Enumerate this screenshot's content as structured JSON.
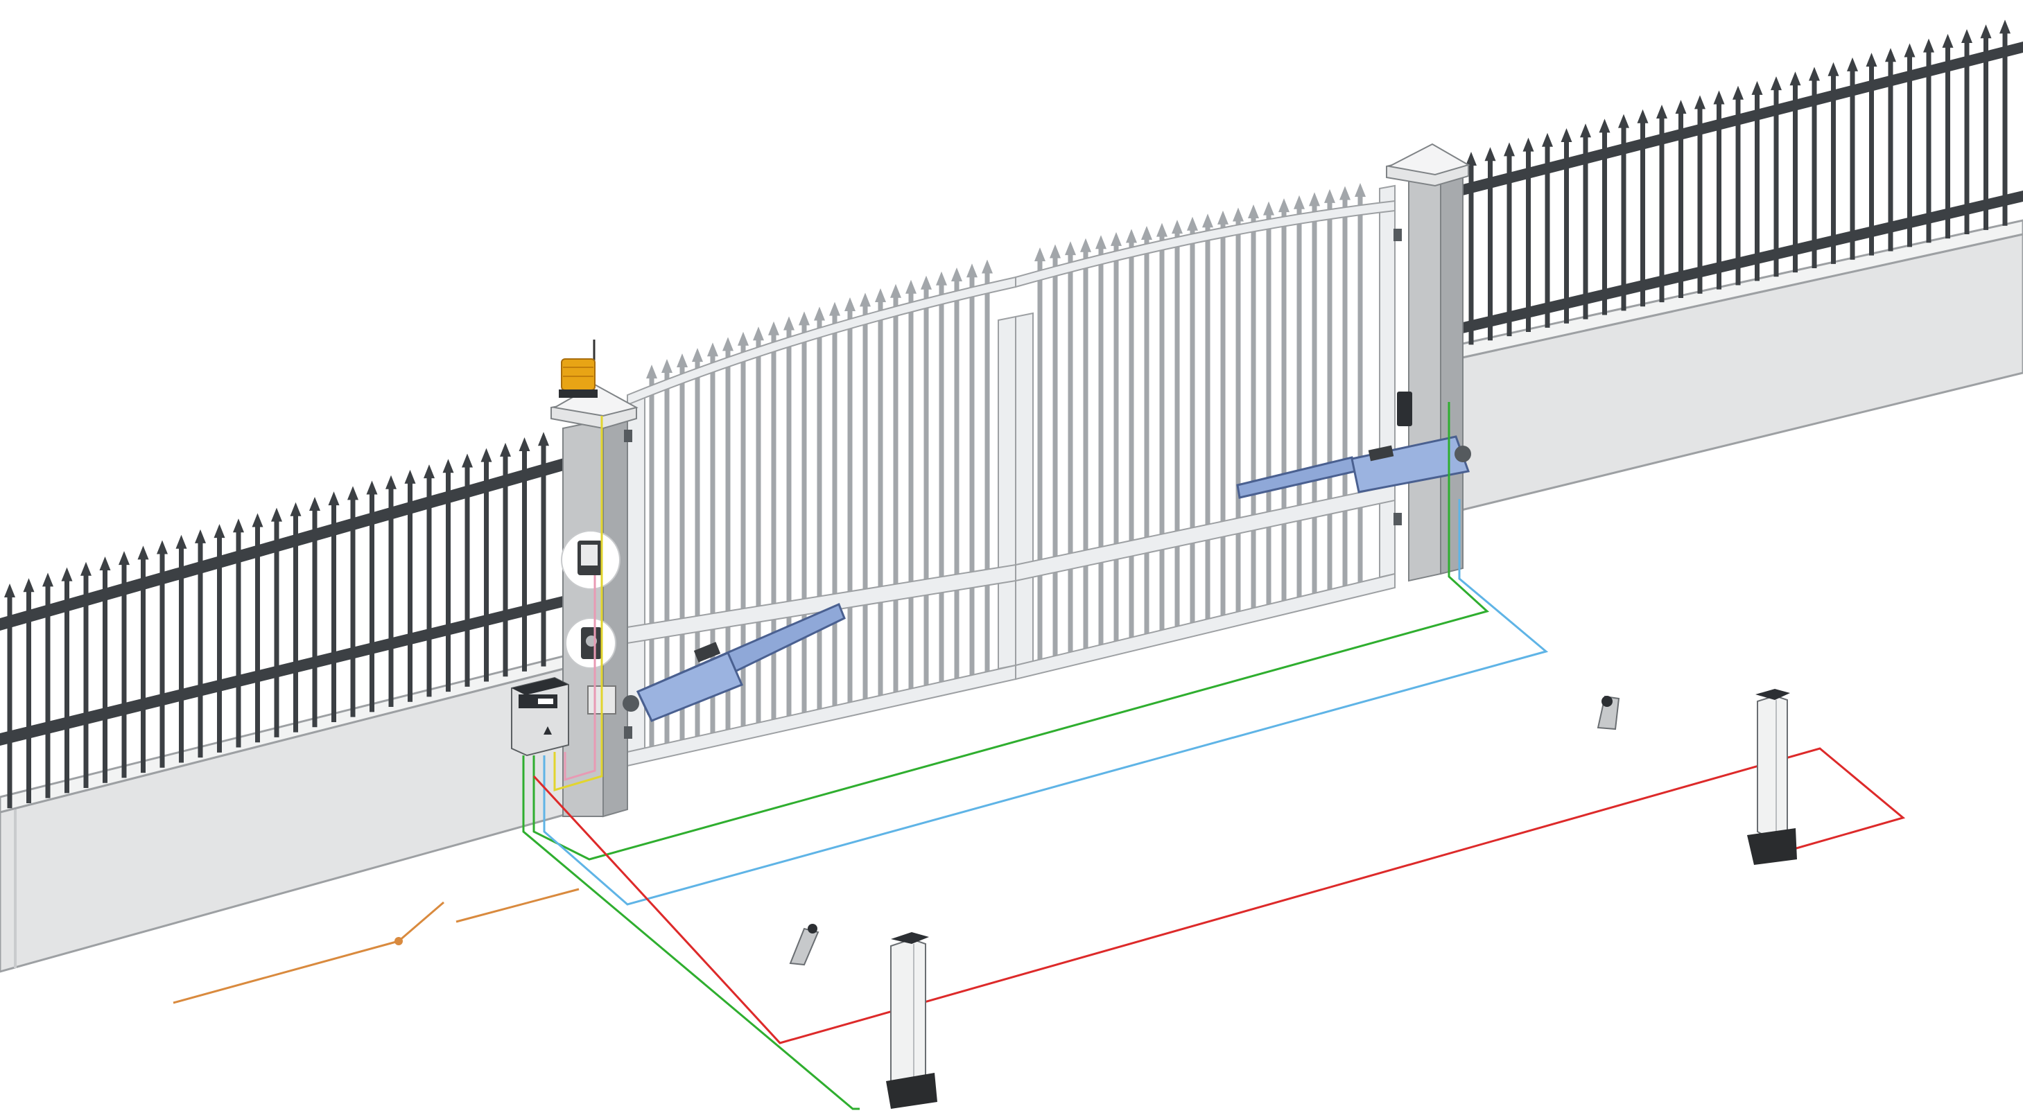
{
  "diagram": {
    "colors": {
      "background": "#ffffff",
      "fence_bar": "#3c4044",
      "fence_bar_dark": "#2c2f33",
      "wall_face": "#e3e4e5",
      "wall_top": "#f2f3f3",
      "wall_outline": "#9da0a3",
      "pillar_front": "#c4c6c8",
      "pillar_side": "#a7aaad",
      "pillar_cap": "#e4e5e6",
      "gate_frame": "#eceef0",
      "gate_frame_shade": "#b9bcbf",
      "gate_bar": "#a2a6aa",
      "actuator": "#8fa8d8",
      "actuator_dark": "#4a6090",
      "lamp": "#e8a415",
      "cable_green": "#2fae2f",
      "cable_blue": "#5fb4e6",
      "cable_red": "#dd2a2a",
      "cable_orange": "#d98a3e",
      "cable_yellow": "#e2d52e",
      "cable_pink": "#e89ab4",
      "photocell_post": "#f1f2f2",
      "base_dark": "#2a2c2e"
    },
    "components": [
      {
        "id": "left-fence",
        "icon": "fence-section"
      },
      {
        "id": "right-fence",
        "icon": "fence-section"
      },
      {
        "id": "left-pillar",
        "icon": "pillar"
      },
      {
        "id": "right-pillar",
        "icon": "pillar"
      },
      {
        "id": "left-gate-leaf",
        "icon": "gate-leaf"
      },
      {
        "id": "right-gate-leaf",
        "icon": "gate-leaf"
      },
      {
        "id": "left-actuator",
        "icon": "swing-gate-actuator"
      },
      {
        "id": "right-actuator",
        "icon": "swing-gate-actuator"
      },
      {
        "id": "flashing-lamp",
        "icon": "warning-lamp"
      },
      {
        "id": "control-unit",
        "icon": "control-box"
      },
      {
        "id": "key-selector",
        "icon": "key-switch"
      },
      {
        "id": "keypad",
        "icon": "keypad"
      },
      {
        "id": "photocell-column-front",
        "icon": "photocell-post"
      },
      {
        "id": "photocell-column-back",
        "icon": "photocell-post"
      },
      {
        "id": "ground-stop-front",
        "icon": "gate-stopper"
      },
      {
        "id": "ground-stop-back",
        "icon": "gate-stopper"
      },
      {
        "id": "mains-switch",
        "icon": "power-switch"
      }
    ]
  }
}
